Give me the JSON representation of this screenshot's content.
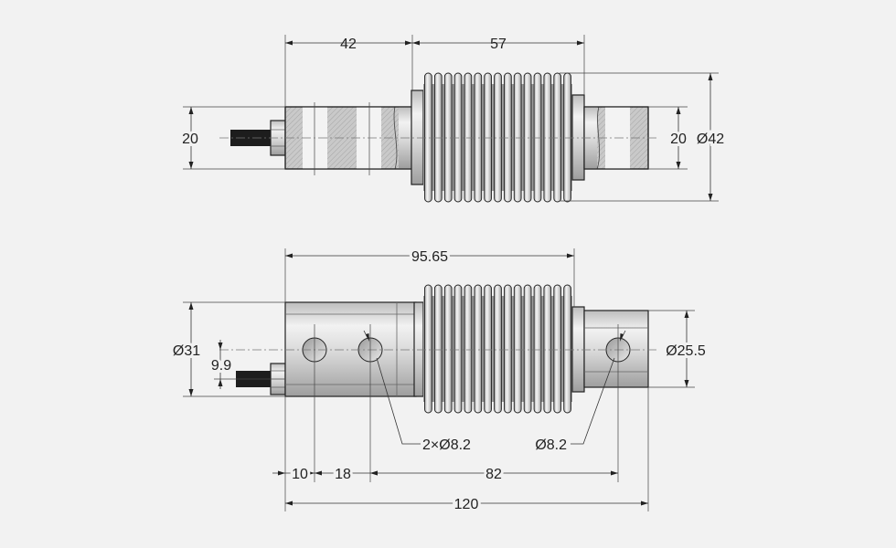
{
  "colors": {
    "background": "#f2f2f2",
    "line": "#222222",
    "metal_light": "#e6e6e6",
    "metal_dark": "#a9a9a9",
    "cable": "#222222"
  },
  "top_view": {
    "dim_top_left": "42",
    "dim_top_right": "57",
    "dim_left_height": "20",
    "dim_right_height": "20",
    "dim_outer_diameter": "Ø42"
  },
  "bottom_view": {
    "dim_length_body": "95.65",
    "dim_left_diameter": "Ø31",
    "dim_cable_offset": "9.9",
    "dim_right_diameter": "Ø25.5",
    "hole_label_double": "2×Ø8.2",
    "hole_label_single": "Ø8.2",
    "dim_10": "10",
    "dim_18": "18",
    "dim_82": "82",
    "dim_total": "120"
  }
}
